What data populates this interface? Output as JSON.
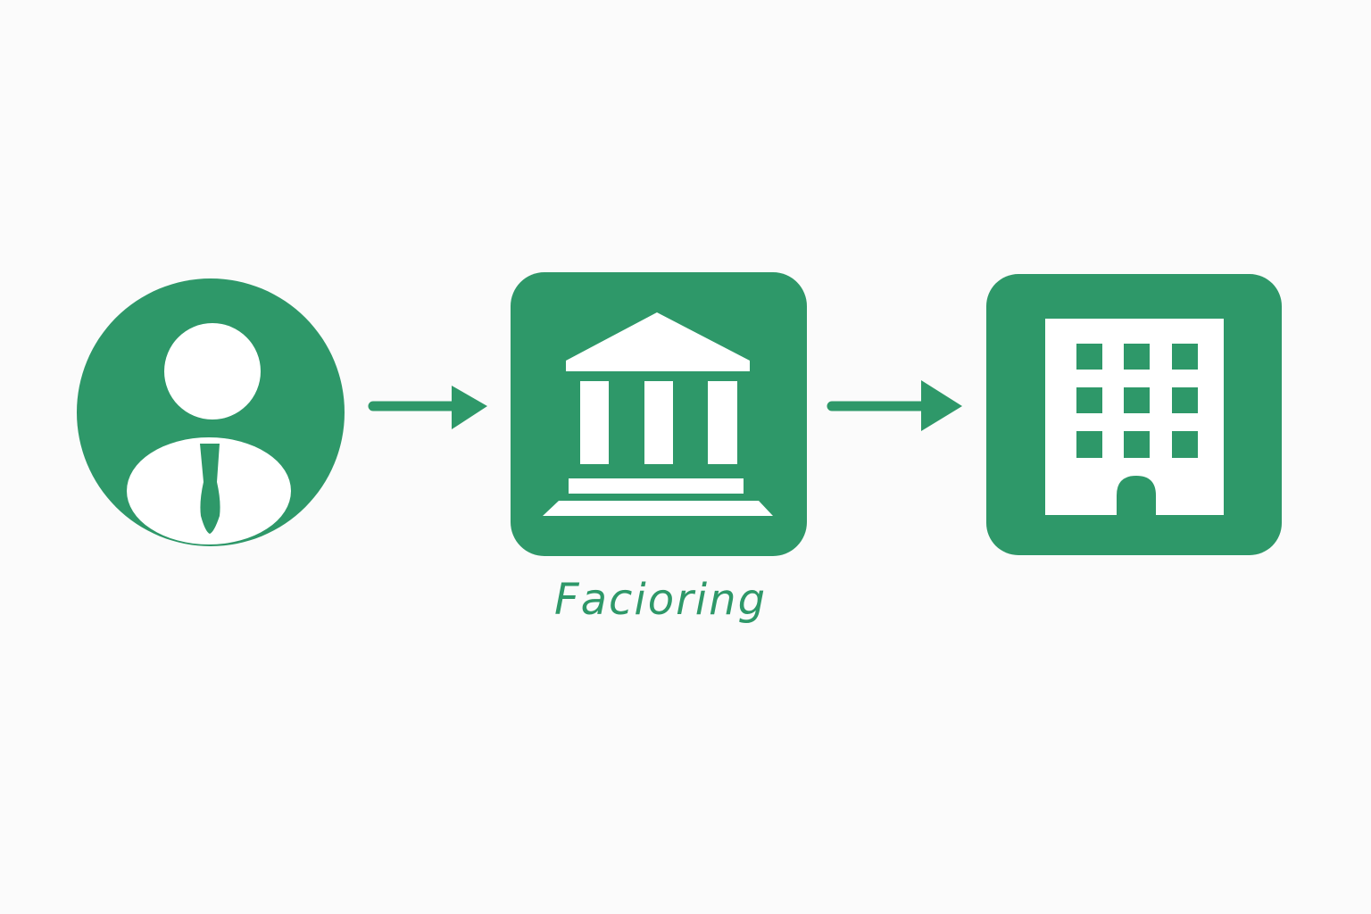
{
  "diagram": {
    "caption": "Facioring",
    "accent_color": "#2e9869",
    "background_color": "#fbfbfb",
    "nodes": [
      {
        "icon": "businessman-icon",
        "shape": "circle"
      },
      {
        "icon": "bank-icon",
        "shape": "rounded-square"
      },
      {
        "icon": "office-building-icon",
        "shape": "rounded-square"
      }
    ],
    "edges": [
      {
        "from": "businessman-icon",
        "to": "bank-icon",
        "icon": "arrow-right-icon"
      },
      {
        "from": "bank-icon",
        "to": "office-building-icon",
        "icon": "arrow-right-icon"
      }
    ]
  }
}
